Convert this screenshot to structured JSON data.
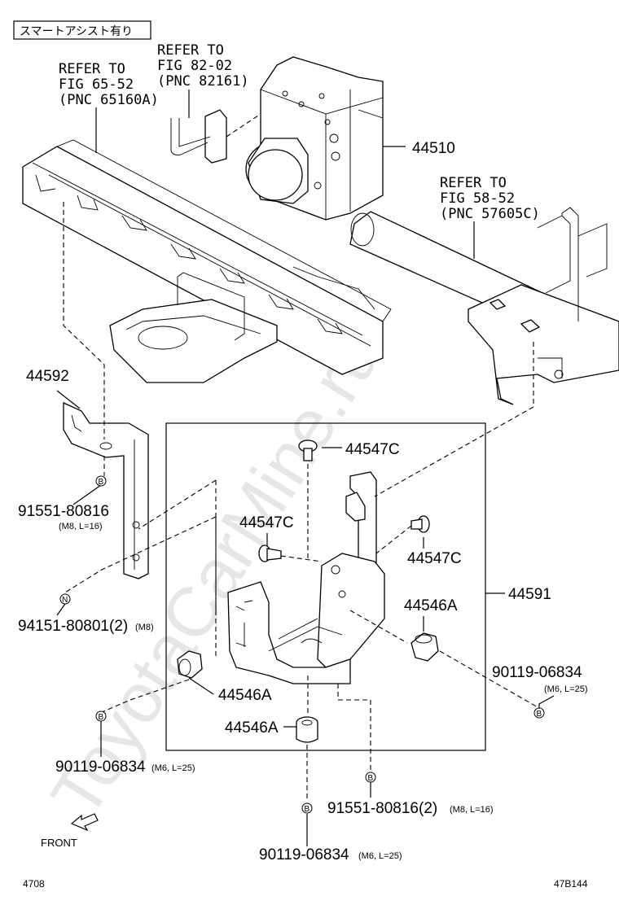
{
  "header_tag": "スマートアシスト有り",
  "watermark": "ToyotaCarMine.ru",
  "refs": {
    "r1": [
      "REFER TO",
      "FIG 65-52",
      "(PNC 65160A)"
    ],
    "r2": [
      "REFER TO",
      "FIG 82-02",
      "(PNC 82161)"
    ],
    "r3": [
      "REFER TO",
      "FIG 58-52",
      "(PNC 57605C)"
    ]
  },
  "parts": {
    "p44510": "44510",
    "p44592": "44592",
    "p44591": "44591",
    "p44547C_top": "44547C",
    "p44547C_left": "44547C",
    "p44547C_right": "44547C",
    "p44546A_right": "44546A",
    "p44546A_left": "44546A",
    "p44546A_bottom": "44546A"
  },
  "fasteners": {
    "f1_code": "91551-80816",
    "f1_spec": "(M8, L=16)",
    "f2_code": "94151-80801(2)",
    "f2_spec": "(M8)",
    "f3_code": "90119-06834",
    "f3_spec": "(M6, L=25)",
    "f4_code": "90119-06834",
    "f4_spec": "(M6, L=25)",
    "f5_code": "91551-80816(2)",
    "f5_spec": "(M8, L=16)",
    "f6_code": "90119-06834",
    "f6_spec": "(M6, L=25)"
  },
  "markers": {
    "b": "B",
    "n": "N"
  },
  "front_label": "FRONT",
  "footer": {
    "left": "4708",
    "right": "47B144"
  }
}
